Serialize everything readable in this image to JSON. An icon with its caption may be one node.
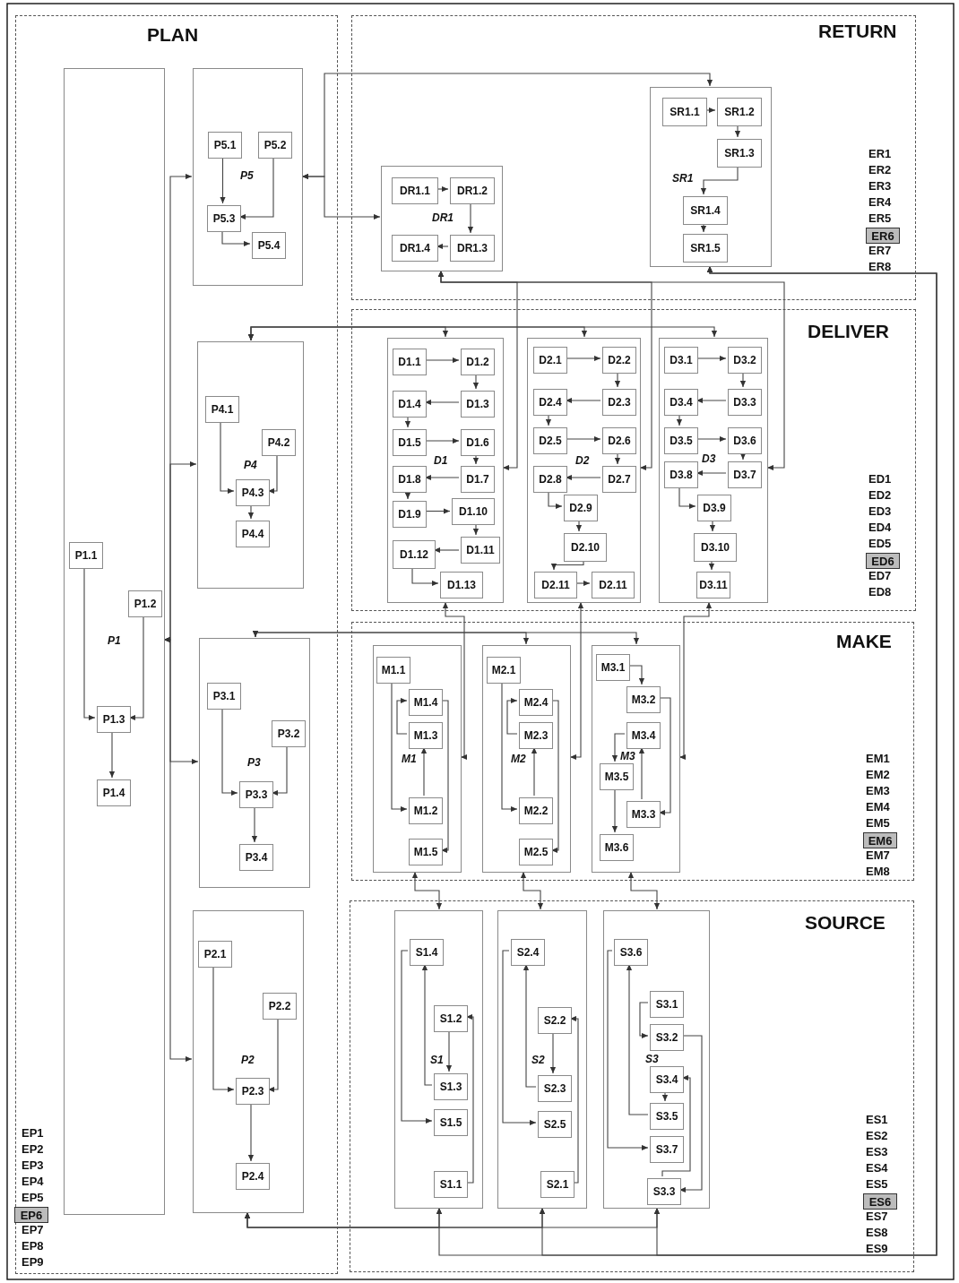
{
  "diagram": {
    "nodes": [
      {
        "text": [
          "PLAN"
        ]
      },
      {
        "text": [
          "P1"
        ],
        "in": 0
      },
      {
        "text": [
          "P1.1"
        ],
        "in": 1
      },
      {
        "text": [
          "P1.2"
        ],
        "in": 1
      },
      {
        "text": [
          "P1.3"
        ],
        "in": 1
      },
      {
        "text": [
          "P1.4"
        ],
        "in": 1
      },
      {
        "text": [
          "P5"
        ],
        "in": 0
      },
      {
        "text": [
          "P5.1"
        ],
        "in": 6
      },
      {
        "text": [
          "P5.2"
        ],
        "in": 6
      },
      {
        "text": [
          "P5.3"
        ],
        "in": 6
      },
      {
        "text": [
          "P5.4"
        ],
        "in": 6
      },
      {
        "text": [
          "P4"
        ],
        "in": 0
      },
      {
        "text": [
          "P4.1"
        ],
        "in": 11
      },
      {
        "text": [
          "P4.2"
        ],
        "in": 11
      },
      {
        "text": [
          "P4.3"
        ],
        "in": 11
      },
      {
        "text": [
          "P4.4"
        ],
        "in": 11
      },
      {
        "text": [
          "P3"
        ],
        "in": 0
      },
      {
        "text": [
          "P3.1"
        ],
        "in": 16
      },
      {
        "text": [
          "P3.2"
        ],
        "in": 16
      },
      {
        "text": [
          "P3.3"
        ],
        "in": 16
      },
      {
        "text": [
          "P3.4"
        ],
        "in": 16
      },
      {
        "text": [
          "P2"
        ],
        "in": 0
      },
      {
        "text": [
          "P2.1"
        ],
        "in": 21
      },
      {
        "text": [
          "P2.2"
        ],
        "in": 21
      },
      {
        "text": [
          "P2.3"
        ],
        "in": 21
      },
      {
        "text": [
          "P2.4"
        ],
        "in": 21
      },
      {
        "text": [
          "EP6"
        ],
        "in": 0
      },
      {
        "text": [
          "RETURN"
        ]
      },
      {
        "text": [
          "DR1"
        ],
        "in": 27
      },
      {
        "text": [
          "DR1.1"
        ],
        "in": 28
      },
      {
        "text": [
          "DR1.2"
        ],
        "in": 28
      },
      {
        "text": [
          "DR1.4"
        ],
        "in": 28
      },
      {
        "text": [
          "DR1.3"
        ],
        "in": 28
      },
      {
        "text": [
          "SR1"
        ],
        "in": 27
      },
      {
        "text": [
          "SR1.1"
        ],
        "in": 33
      },
      {
        "text": [
          "SR1.2"
        ],
        "in": 33
      },
      {
        "text": [
          "SR1.3"
        ],
        "in": 33
      },
      {
        "text": [
          "SR1.4"
        ],
        "in": 33
      },
      {
        "text": [
          "SR1.5"
        ],
        "in": 33
      },
      {
        "text": [
          "ER6"
        ],
        "in": 27
      },
      {
        "text": [
          "DELIVER"
        ]
      },
      {
        "text": [
          "D1"
        ],
        "in": 40
      },
      {
        "text": [
          "D1.1"
        ],
        "in": 41
      },
      {
        "text": [
          "D1.2"
        ],
        "in": 41
      },
      {
        "text": [
          "D1.4"
        ],
        "in": 41
      },
      {
        "text": [
          "D1.3"
        ],
        "in": 41
      },
      {
        "text": [
          "D1.5"
        ],
        "in": 41
      },
      {
        "text": [
          "D1.6"
        ],
        "in": 41
      },
      {
        "text": [
          "D1.8"
        ],
        "in": 41
      },
      {
        "text": [
          "D1.7"
        ],
        "in": 41
      },
      {
        "text": [
          "D1.9"
        ],
        "in": 41
      },
      {
        "text": [
          "D1.10"
        ],
        "in": 41
      },
      {
        "text": [
          "D1.12"
        ],
        "in": 41
      },
      {
        "text": [
          "D1.11"
        ],
        "in": 41
      },
      {
        "text": [
          "D1.13"
        ],
        "in": 41
      },
      {
        "text": [
          "D2"
        ],
        "in": 40
      },
      {
        "text": [
          "D2.1"
        ],
        "in": 55
      },
      {
        "text": [
          "D2.2"
        ],
        "in": 55
      },
      {
        "text": [
          "D2.4"
        ],
        "in": 55
      },
      {
        "text": [
          "D2.3"
        ],
        "in": 55
      },
      {
        "text": [
          "D2.5"
        ],
        "in": 55
      },
      {
        "text": [
          "D2.6"
        ],
        "in": 55
      },
      {
        "text": [
          "D2.8"
        ],
        "in": 55
      },
      {
        "text": [
          "D2.7"
        ],
        "in": 55
      },
      {
        "text": [
          "D2.9"
        ],
        "in": 55
      },
      {
        "text": [
          "D2.10"
        ],
        "in": 55
      },
      {
        "text": [
          "D2.11"
        ],
        "in": 55
      },
      {
        "text": [
          "D2.11"
        ],
        "in": 55
      },
      {
        "text": [
          "D3"
        ],
        "in": 40
      },
      {
        "text": [
          "D3.1"
        ],
        "in": 68
      },
      {
        "text": [
          "D3.2"
        ],
        "in": 68
      },
      {
        "text": [
          "D3.4"
        ],
        "in": 68
      },
      {
        "text": [
          "D3.3"
        ],
        "in": 68
      },
      {
        "text": [
          "D3.5"
        ],
        "in": 68
      },
      {
        "text": [
          "D3.6"
        ],
        "in": 68
      },
      {
        "text": [
          "D3.8"
        ],
        "in": 68
      },
      {
        "text": [
          "D3.7"
        ],
        "in": 68
      },
      {
        "text": [
          "D3.9"
        ],
        "in": 68
      },
      {
        "text": [
          "D3.10"
        ],
        "in": 68
      },
      {
        "text": [
          "D3.11"
        ],
        "in": 68
      },
      {
        "text": [
          "ED6"
        ],
        "in": 40
      },
      {
        "text": [
          "MAKE"
        ]
      },
      {
        "text": [
          "M1"
        ],
        "in": 81
      },
      {
        "text": [
          "M1.1"
        ],
        "in": 82
      },
      {
        "text": [
          "M1.4"
        ],
        "in": 82
      },
      {
        "text": [
          "M1.3"
        ],
        "in": 82
      },
      {
        "text": [
          "M1.2"
        ],
        "in": 82
      },
      {
        "text": [
          "M1.5"
        ],
        "in": 82
      },
      {
        "text": [
          "M2"
        ],
        "in": 81
      },
      {
        "text": [
          "M2.1"
        ],
        "in": 88
      },
      {
        "text": [
          "M2.4"
        ],
        "in": 88
      },
      {
        "text": [
          "M2.3"
        ],
        "in": 88
      },
      {
        "text": [
          "M2.2"
        ],
        "in": 88
      },
      {
        "text": [
          "M2.5"
        ],
        "in": 88
      },
      {
        "text": [
          "M3"
        ],
        "in": 81
      },
      {
        "text": [
          "M3.1"
        ],
        "in": 94
      },
      {
        "text": [
          "M3.2"
        ],
        "in": 94
      },
      {
        "text": [
          "M3.4"
        ],
        "in": 94
      },
      {
        "text": [
          "M3.5"
        ],
        "in": 94
      },
      {
        "text": [
          "M3.3"
        ],
        "in": 94
      },
      {
        "text": [
          "M3.6"
        ],
        "in": 94
      },
      {
        "text": [
          "EM6"
        ],
        "in": 81
      },
      {
        "text": [
          "SOURCE"
        ]
      },
      {
        "text": [
          "S1"
        ],
        "in": 102
      },
      {
        "text": [
          "S1.4"
        ],
        "in": 103
      },
      {
        "text": [
          "S1.2"
        ],
        "in": 103
      },
      {
        "text": [
          "S1.3"
        ],
        "in": 103
      },
      {
        "text": [
          "S1.5"
        ],
        "in": 103
      },
      {
        "text": [
          "S1.1"
        ],
        "in": 103
      },
      {
        "text": [
          "S2"
        ],
        "in": 102
      },
      {
        "text": [
          "S2.4"
        ],
        "in": 109
      },
      {
        "text": [
          "S2.2"
        ],
        "in": 109
      },
      {
        "text": [
          "S2.3"
        ],
        "in": 109
      },
      {
        "text": [
          "S2.5"
        ],
        "in": 109
      },
      {
        "text": [
          "S2.1"
        ],
        "in": 109
      },
      {
        "text": [
          "S3"
        ],
        "in": 102
      },
      {
        "text": [
          "S3.6"
        ],
        "in": 115
      },
      {
        "text": [
          "S3.1"
        ],
        "in": 115
      },
      {
        "text": [
          "S3.2"
        ],
        "in": 115
      },
      {
        "text": [
          "S3.4"
        ],
        "in": 115
      },
      {
        "text": [
          "S3.5"
        ],
        "in": 115
      },
      {
        "text": [
          "S3.7"
        ],
        "in": 115
      },
      {
        "text": [
          "S3.3"
        ],
        "in": 115
      },
      {
        "text": [
          "ES6"
        ],
        "in": 102
      }
    ],
    "edges": [
      {
        "from": 2,
        "to": 4,
        "arrow": "to"
      },
      {
        "from": 3,
        "to": 4,
        "arrow": "to"
      },
      {
        "from": 4,
        "to": 5,
        "arrow": "to"
      },
      {
        "from": 7,
        "to": 9,
        "arrow": "to"
      },
      {
        "from": 8,
        "to": 9,
        "arrow": "to"
      },
      {
        "from": 9,
        "to": 10,
        "arrow": "to"
      },
      {
        "from": 12,
        "to": 14,
        "arrow": "to"
      },
      {
        "from": 13,
        "to": 14,
        "arrow": "to"
      },
      {
        "from": 14,
        "to": 15,
        "arrow": "to"
      },
      {
        "from": 17,
        "to": 19,
        "arrow": "to"
      },
      {
        "from": 18,
        "to": 19,
        "arrow": "to"
      },
      {
        "from": 19,
        "to": 20,
        "arrow": "to"
      },
      {
        "from": 22,
        "to": 24,
        "arrow": "to"
      },
      {
        "from": 23,
        "to": 24,
        "arrow": "to"
      },
      {
        "from": 24,
        "to": 25,
        "arrow": "to"
      },
      {
        "from": 29,
        "to": 30,
        "arrow": "to"
      },
      {
        "from": 30,
        "to": 32,
        "arrow": "to"
      },
      {
        "from": 32,
        "to": 31,
        "arrow": "to"
      },
      {
        "from": 34,
        "to": 35,
        "arrow": "to"
      },
      {
        "from": 35,
        "to": 36,
        "arrow": "to"
      },
      {
        "from": 36,
        "to": 37,
        "arrow": "to"
      },
      {
        "from": 37,
        "to": 38,
        "arrow": "to"
      },
      {
        "from": 42,
        "to": 43,
        "arrow": "to"
      },
      {
        "from": 43,
        "to": 45,
        "arrow": "to"
      },
      {
        "from": 45,
        "to": 44,
        "arrow": "to"
      },
      {
        "from": 44,
        "to": 46,
        "arrow": "to"
      },
      {
        "from": 46,
        "to": 47,
        "arrow": "to"
      },
      {
        "from": 47,
        "to": 49,
        "arrow": "to"
      },
      {
        "from": 49,
        "to": 48,
        "arrow": "to"
      },
      {
        "from": 48,
        "to": 50,
        "arrow": "to"
      },
      {
        "from": 50,
        "to": 51,
        "arrow": "to"
      },
      {
        "from": 51,
        "to": 53,
        "arrow": "to"
      },
      {
        "from": 53,
        "to": 52,
        "arrow": "to"
      },
      {
        "from": 52,
        "to": 54,
        "arrow": "to"
      },
      {
        "from": 56,
        "to": 57,
        "arrow": "to"
      },
      {
        "from": 57,
        "to": 59,
        "arrow": "to"
      },
      {
        "from": 59,
        "to": 58,
        "arrow": "to"
      },
      {
        "from": 58,
        "to": 60,
        "arrow": "to"
      },
      {
        "from": 60,
        "to": 61,
        "arrow": "to"
      },
      {
        "from": 61,
        "to": 63,
        "arrow": "to"
      },
      {
        "from": 63,
        "to": 62,
        "arrow": "to"
      },
      {
        "from": 62,
        "to": 64,
        "arrow": "to"
      },
      {
        "from": 64,
        "to": 65,
        "arrow": "to"
      },
      {
        "from": 65,
        "to": 66,
        "arrow": "to"
      },
      {
        "from": 66,
        "to": 67,
        "arrow": "to"
      },
      {
        "from": 69,
        "to": 70,
        "arrow": "to"
      },
      {
        "from": 70,
        "to": 72,
        "arrow": "to"
      },
      {
        "from": 72,
        "to": 71,
        "arrow": "to"
      },
      {
        "from": 71,
        "to": 73,
        "arrow": "to"
      },
      {
        "from": 73,
        "to": 74,
        "arrow": "to"
      },
      {
        "from": 74,
        "to": 76,
        "arrow": "to"
      },
      {
        "from": 76,
        "to": 75,
        "arrow": "to"
      },
      {
        "from": 75,
        "to": 77,
        "arrow": "to"
      },
      {
        "from": 77,
        "to": 78,
        "arrow": "to"
      },
      {
        "from": 78,
        "to": 79,
        "arrow": "to"
      },
      {
        "from": 83,
        "to": 86,
        "arrow": "to"
      },
      {
        "from": 86,
        "to": 85,
        "arrow": "to"
      },
      {
        "from": 85,
        "to": 84,
        "arrow": "to"
      },
      {
        "from": 84,
        "to": 87,
        "arrow": "to"
      },
      {
        "from": 89,
        "to": 92,
        "arrow": "to"
      },
      {
        "from": 92,
        "to": 91,
        "arrow": "to"
      },
      {
        "from": 91,
        "to": 90,
        "arrow": "to"
      },
      {
        "from": 90,
        "to": 93,
        "arrow": "to"
      },
      {
        "from": 95,
        "to": 96,
        "arrow": "to"
      },
      {
        "from": 96,
        "to": 99,
        "arrow": "to"
      },
      {
        "from": 99,
        "to": 97,
        "arrow": "to"
      },
      {
        "from": 97,
        "to": 98,
        "arrow": "to"
      },
      {
        "from": 98,
        "to": 100,
        "arrow": "to"
      },
      {
        "from": 108,
        "to": 105,
        "arrow": "to"
      },
      {
        "from": 105,
        "to": 106,
        "arrow": "to"
      },
      {
        "from": 106,
        "to": 104,
        "arrow": "to"
      },
      {
        "from": 104,
        "to": 107,
        "arrow": "to"
      },
      {
        "from": 114,
        "to": 111,
        "arrow": "to"
      },
      {
        "from": 111,
        "to": 112,
        "arrow": "to"
      },
      {
        "from": 112,
        "to": 110,
        "arrow": "to"
      },
      {
        "from": 110,
        "to": 113,
        "arrow": "to"
      },
      {
        "from": 117,
        "to": 118,
        "arrow": "to"
      },
      {
        "from": 118,
        "to": 122,
        "arrow": "to"
      },
      {
        "from": 122,
        "to": 119,
        "arrow": "to"
      },
      {
        "from": 119,
        "to": 120,
        "arrow": "to"
      },
      {
        "from": 120,
        "to": 116,
        "arrow": "to"
      },
      {
        "from": 116,
        "to": 121,
        "arrow": "to"
      },
      {
        "from": 1,
        "to": 6,
        "arrow": "both"
      },
      {
        "from": 1,
        "to": 11,
        "arrow": "both"
      },
      {
        "from": 1,
        "to": 16,
        "arrow": "both"
      },
      {
        "from": 1,
        "to": 21,
        "arrow": "both"
      },
      {
        "from": 6,
        "to": 33,
        "arrow": "both"
      },
      {
        "from": 6,
        "to": 28,
        "arrow": "both"
      },
      {
        "from": 28,
        "to": 41,
        "arrow": "both"
      },
      {
        "from": 28,
        "to": 55,
        "arrow": "both"
      },
      {
        "from": 28,
        "to": 68,
        "arrow": "both"
      },
      {
        "from": 33,
        "to": 103,
        "arrow": "both"
      },
      {
        "from": 33,
        "to": 109,
        "arrow": "both"
      },
      {
        "from": 33,
        "to": 115,
        "arrow": "both"
      },
      {
        "from": 21,
        "to": 103,
        "arrow": "both"
      },
      {
        "from": 21,
        "to": 109,
        "arrow": "both"
      },
      {
        "from": 21,
        "to": 115,
        "arrow": "both"
      },
      {
        "from": 11,
        "to": 41,
        "arrow": "both"
      },
      {
        "from": 11,
        "to": 55,
        "arrow": "both"
      },
      {
        "from": 11,
        "to": 68,
        "arrow": "both"
      },
      {
        "from": 16,
        "to": 88,
        "arrow": "both"
      },
      {
        "from": 16,
        "to": 94,
        "arrow": "both"
      },
      {
        "from": 41,
        "to": 82,
        "arrow": "both"
      },
      {
        "from": 55,
        "to": 88,
        "arrow": "both"
      },
      {
        "from": 68,
        "to": 94,
        "arrow": "both"
      },
      {
        "from": 82,
        "to": 103,
        "arrow": "both"
      },
      {
        "from": 88,
        "to": 109,
        "arrow": "both"
      },
      {
        "from": 94,
        "to": 115,
        "arrow": "both"
      }
    ],
    "labels": [
      "EP1",
      "EP2",
      "EP3",
      "EP4",
      "EP5",
      "EP7",
      "EP8",
      "EP9",
      "ER1",
      "ER2",
      "ER3",
      "ER4",
      "ER5",
      "ER7",
      "ER8",
      "ED1",
      "ED2",
      "ED3",
      "ED4",
      "ED5",
      "ED7",
      "ED8",
      "EM1",
      "EM2",
      "EM3",
      "EM4",
      "EM5",
      "EM7",
      "EM8",
      "ES1",
      "ES2",
      "ES3",
      "ES4",
      "ES5",
      "ES7",
      "ES8",
      "ES9"
    ]
  }
}
